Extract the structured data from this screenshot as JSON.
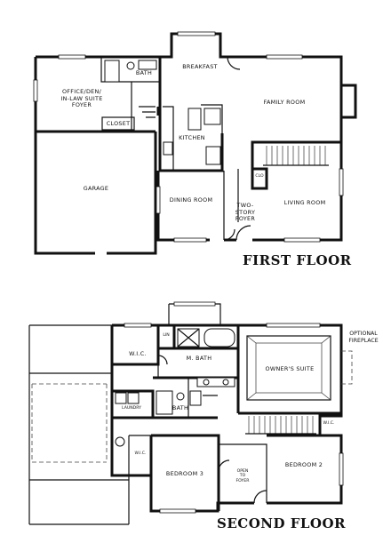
{
  "first_floor": {
    "title": "FIRST FLOOR",
    "rooms": {
      "office": "OFFICE/DEN/\nIN-LAW SUITE\nFOYER",
      "bath": "BATH",
      "breakfast": "BREAKFAST",
      "family_room": "FAMILY ROOM",
      "closet": "CLOSET",
      "kitchen": "KITCHEN",
      "garage": "GARAGE",
      "dining_room": "DINING ROOM",
      "two_story_foyer": "TWO-\nSTORY\nFOYER",
      "living_room": "LIVING ROOM",
      "stair_closet": "CLO"
    }
  },
  "second_floor": {
    "title": "SECOND FLOOR",
    "rooms": {
      "wic_left": "W.I.C.",
      "linen": "LIN",
      "master_bath": "M. BATH",
      "owners_suite": "OWNER'S SUITE",
      "laundry": "LAUNDRY",
      "bath": "BATH",
      "wic_right": "W.I.C.",
      "wic_middle": "W.I.C.",
      "bedroom_left": "BEDROOM 3",
      "open_to_foyer": "OPEN\nTO\nFOYER",
      "bedroom_right": "BEDROOM 2"
    },
    "optional_fireplace": "OPTIONAL\nFIREPLACE"
  }
}
